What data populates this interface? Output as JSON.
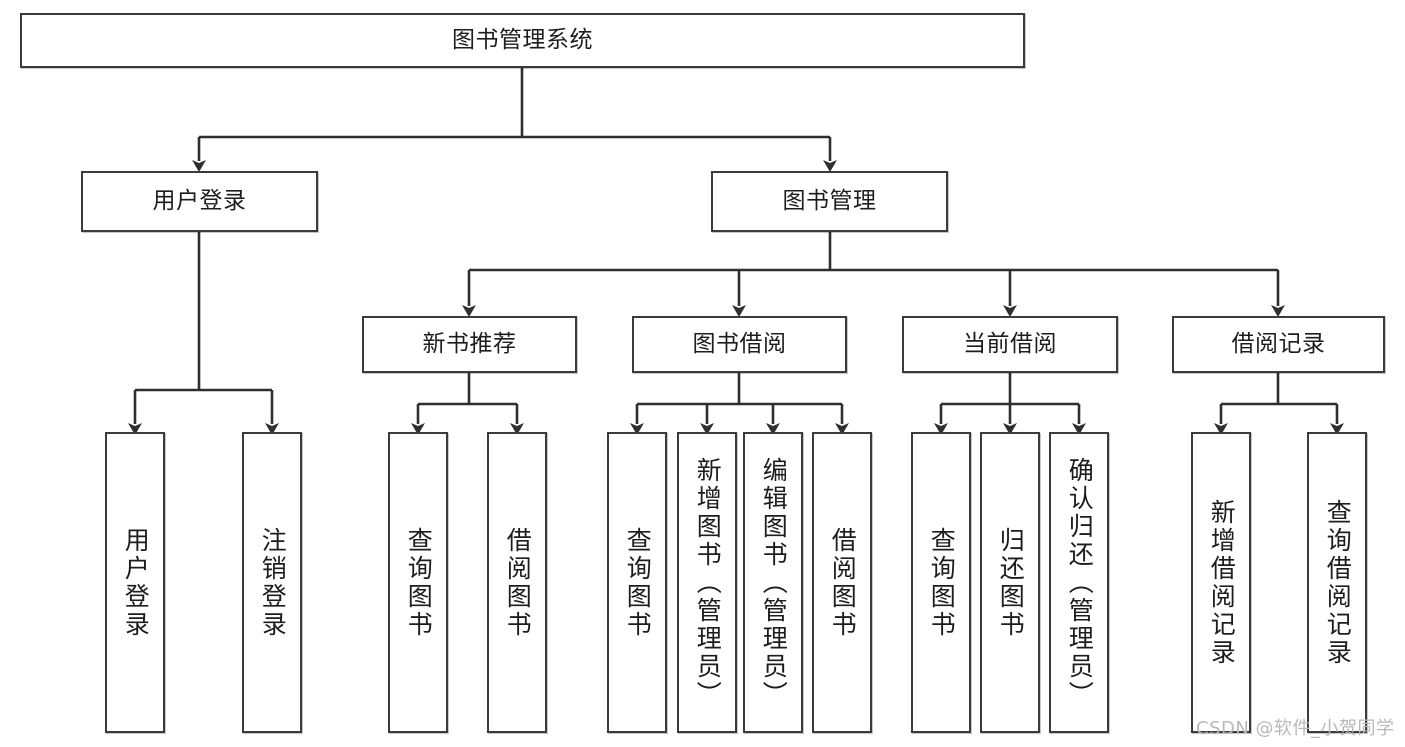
{
  "diagram": {
    "type": "tree-hierarchy",
    "title": "图书管理系统",
    "root": {
      "id": "root",
      "label": "图书管理系统"
    },
    "level2": [
      {
        "id": "user-login",
        "label": "用户登录"
      },
      {
        "id": "book-management",
        "label": "图书管理"
      }
    ],
    "level3": [
      {
        "id": "new-book-recommend",
        "label": "新书推荐",
        "parent": "book-management"
      },
      {
        "id": "book-borrow",
        "label": "图书借阅",
        "parent": "book-management"
      },
      {
        "id": "current-borrow",
        "label": "当前借阅",
        "parent": "book-management"
      },
      {
        "id": "borrow-record",
        "label": "借阅记录",
        "parent": "book-management"
      }
    ],
    "leaves": [
      {
        "id": "leaf-user-login",
        "label": "用户登录",
        "parent": "user-login"
      },
      {
        "id": "leaf-logout-login",
        "label": "注销登录",
        "parent": "user-login"
      },
      {
        "id": "leaf-query-book-1",
        "label": "查询图书",
        "parent": "new-book-recommend"
      },
      {
        "id": "leaf-borrow-book-1",
        "label": "借阅图书",
        "parent": "new-book-recommend"
      },
      {
        "id": "leaf-query-book-2",
        "label": "查询图书",
        "parent": "book-borrow"
      },
      {
        "id": "leaf-add-book",
        "label": "新增图书（管理员）",
        "parent": "book-borrow"
      },
      {
        "id": "leaf-edit-book",
        "label": "编辑图书（管理员）",
        "parent": "book-borrow"
      },
      {
        "id": "leaf-borrow-book-2",
        "label": "借阅图书",
        "parent": "book-borrow"
      },
      {
        "id": "leaf-query-book-3",
        "label": "查询图书",
        "parent": "current-borrow"
      },
      {
        "id": "leaf-return-book",
        "label": "归还图书",
        "parent": "current-borrow"
      },
      {
        "id": "leaf-confirm-return",
        "label": "确认归还（管理员）",
        "parent": "current-borrow"
      },
      {
        "id": "leaf-add-record",
        "label": "新增借阅记录",
        "parent": "borrow-record"
      },
      {
        "id": "leaf-query-record",
        "label": "查询借阅记录",
        "parent": "borrow-record"
      }
    ],
    "colors": {
      "box_border": "#3b3b3b",
      "box_fill": "#ffffff",
      "edge": "#2f2f2f",
      "text": "#1d1d1d",
      "watermark": "#b9b9b9"
    }
  },
  "watermark": {
    "text": "CSDN @软件_小贺同学"
  }
}
